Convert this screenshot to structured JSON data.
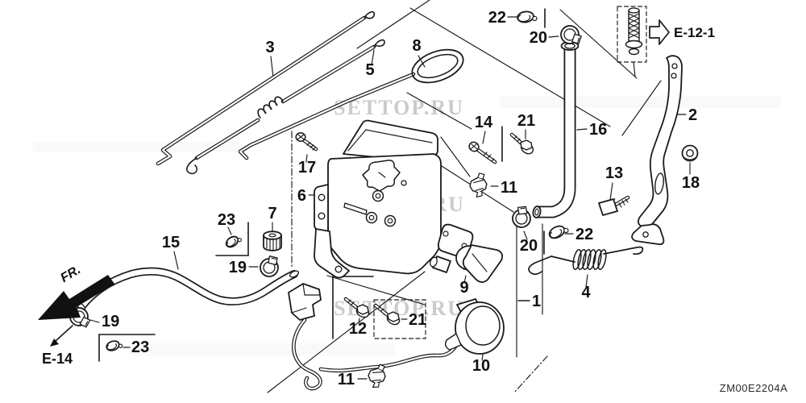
{
  "meta": {
    "diagram_code": "ZM00E2204A",
    "background": "#ffffff",
    "line_color": "#1a1a1a",
    "label_color": "#111111",
    "watermark_color": "#c6c6c6"
  },
  "watermark": {
    "text": "SETTOP.RU"
  },
  "refs": {
    "fr_arrow": "FR.",
    "e12": "E-12-1",
    "e14": "E-14"
  },
  "labels": {
    "l3": "3",
    "l5": "5",
    "l8": "8",
    "l22_top": "22",
    "l20_top": "20",
    "l16": "16",
    "l2": "2",
    "l14": "14",
    "l21_mid": "21",
    "l17": "17",
    "l11_mid": "11",
    "l6": "6",
    "l13": "13",
    "l18": "18",
    "l23_left": "23",
    "l7": "7",
    "l19_mid": "19",
    "l15": "15",
    "l20_mid": "20",
    "l22_mid": "22",
    "l4": "4",
    "l1": "1",
    "l9": "9",
    "l12": "12",
    "l21_bot": "21",
    "l11_bot": "11",
    "l10": "10",
    "l19_bl": "19",
    "l23_bl": "23"
  }
}
